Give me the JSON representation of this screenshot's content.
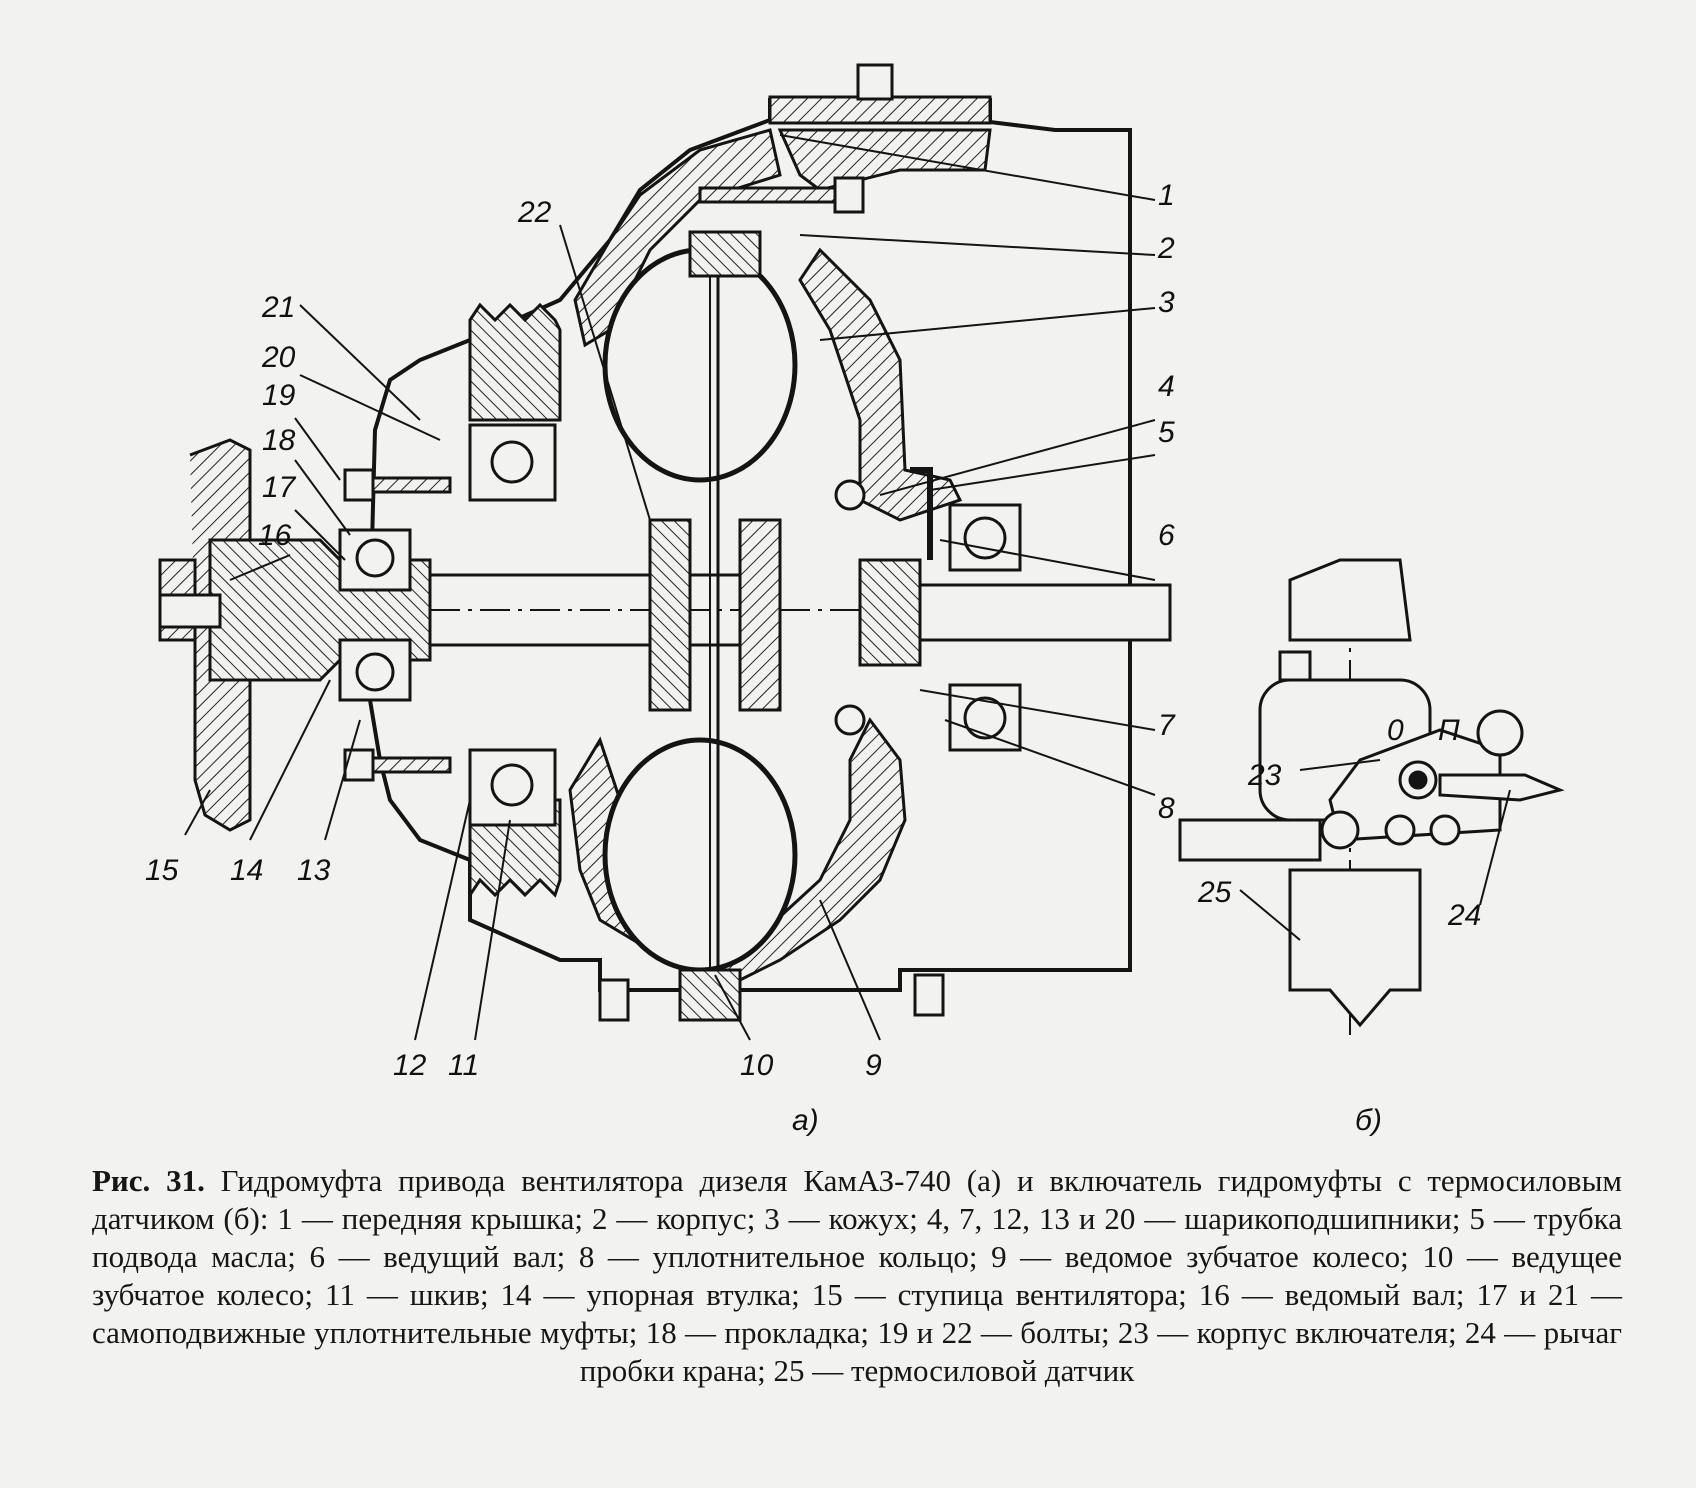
{
  "figure": {
    "labels": [
      "1",
      "2",
      "3",
      "4",
      "5",
      "6",
      "7",
      "8",
      "9",
      "10",
      "11",
      "12",
      "13",
      "14",
      "15",
      "16",
      "17",
      "18",
      "19",
      "20",
      "21",
      "22",
      "23",
      "24",
      "25"
    ],
    "subfigure_a": "а)",
    "subfigure_b": "б)",
    "switch_marks": {
      "zero": "0",
      "p": "П"
    }
  },
  "caption": {
    "prefix": "Рис. 31.",
    "text": "Гидромуфта привода вентилятора дизеля КамАЗ-740 (а) и включатель гидромуфты с термосиловым датчиком (б): 1 — передняя крышка; 2 — корпус; 3 — кожух; 4, 7, 12, 13 и 20 — шарикоподшипники; 5 — трубка подвода масла; 6 — ведущий вал; 8 — уплотнительное кольцо; 9 — ведомое зубчатое колесо; 10 — ведущее зубчатое колесо; 11 — шкив; 14 — упорная втулка; 15 — ступица вентилятора; 16 — ведомый вал; 17 и 21 — самоподвижные уплотнительные муфты; 18 — прокладка; 19 и 22 — болты; 23 — корпус включателя; 24 — рычаг пробки крана; 25 — термосиловой датчик"
  }
}
